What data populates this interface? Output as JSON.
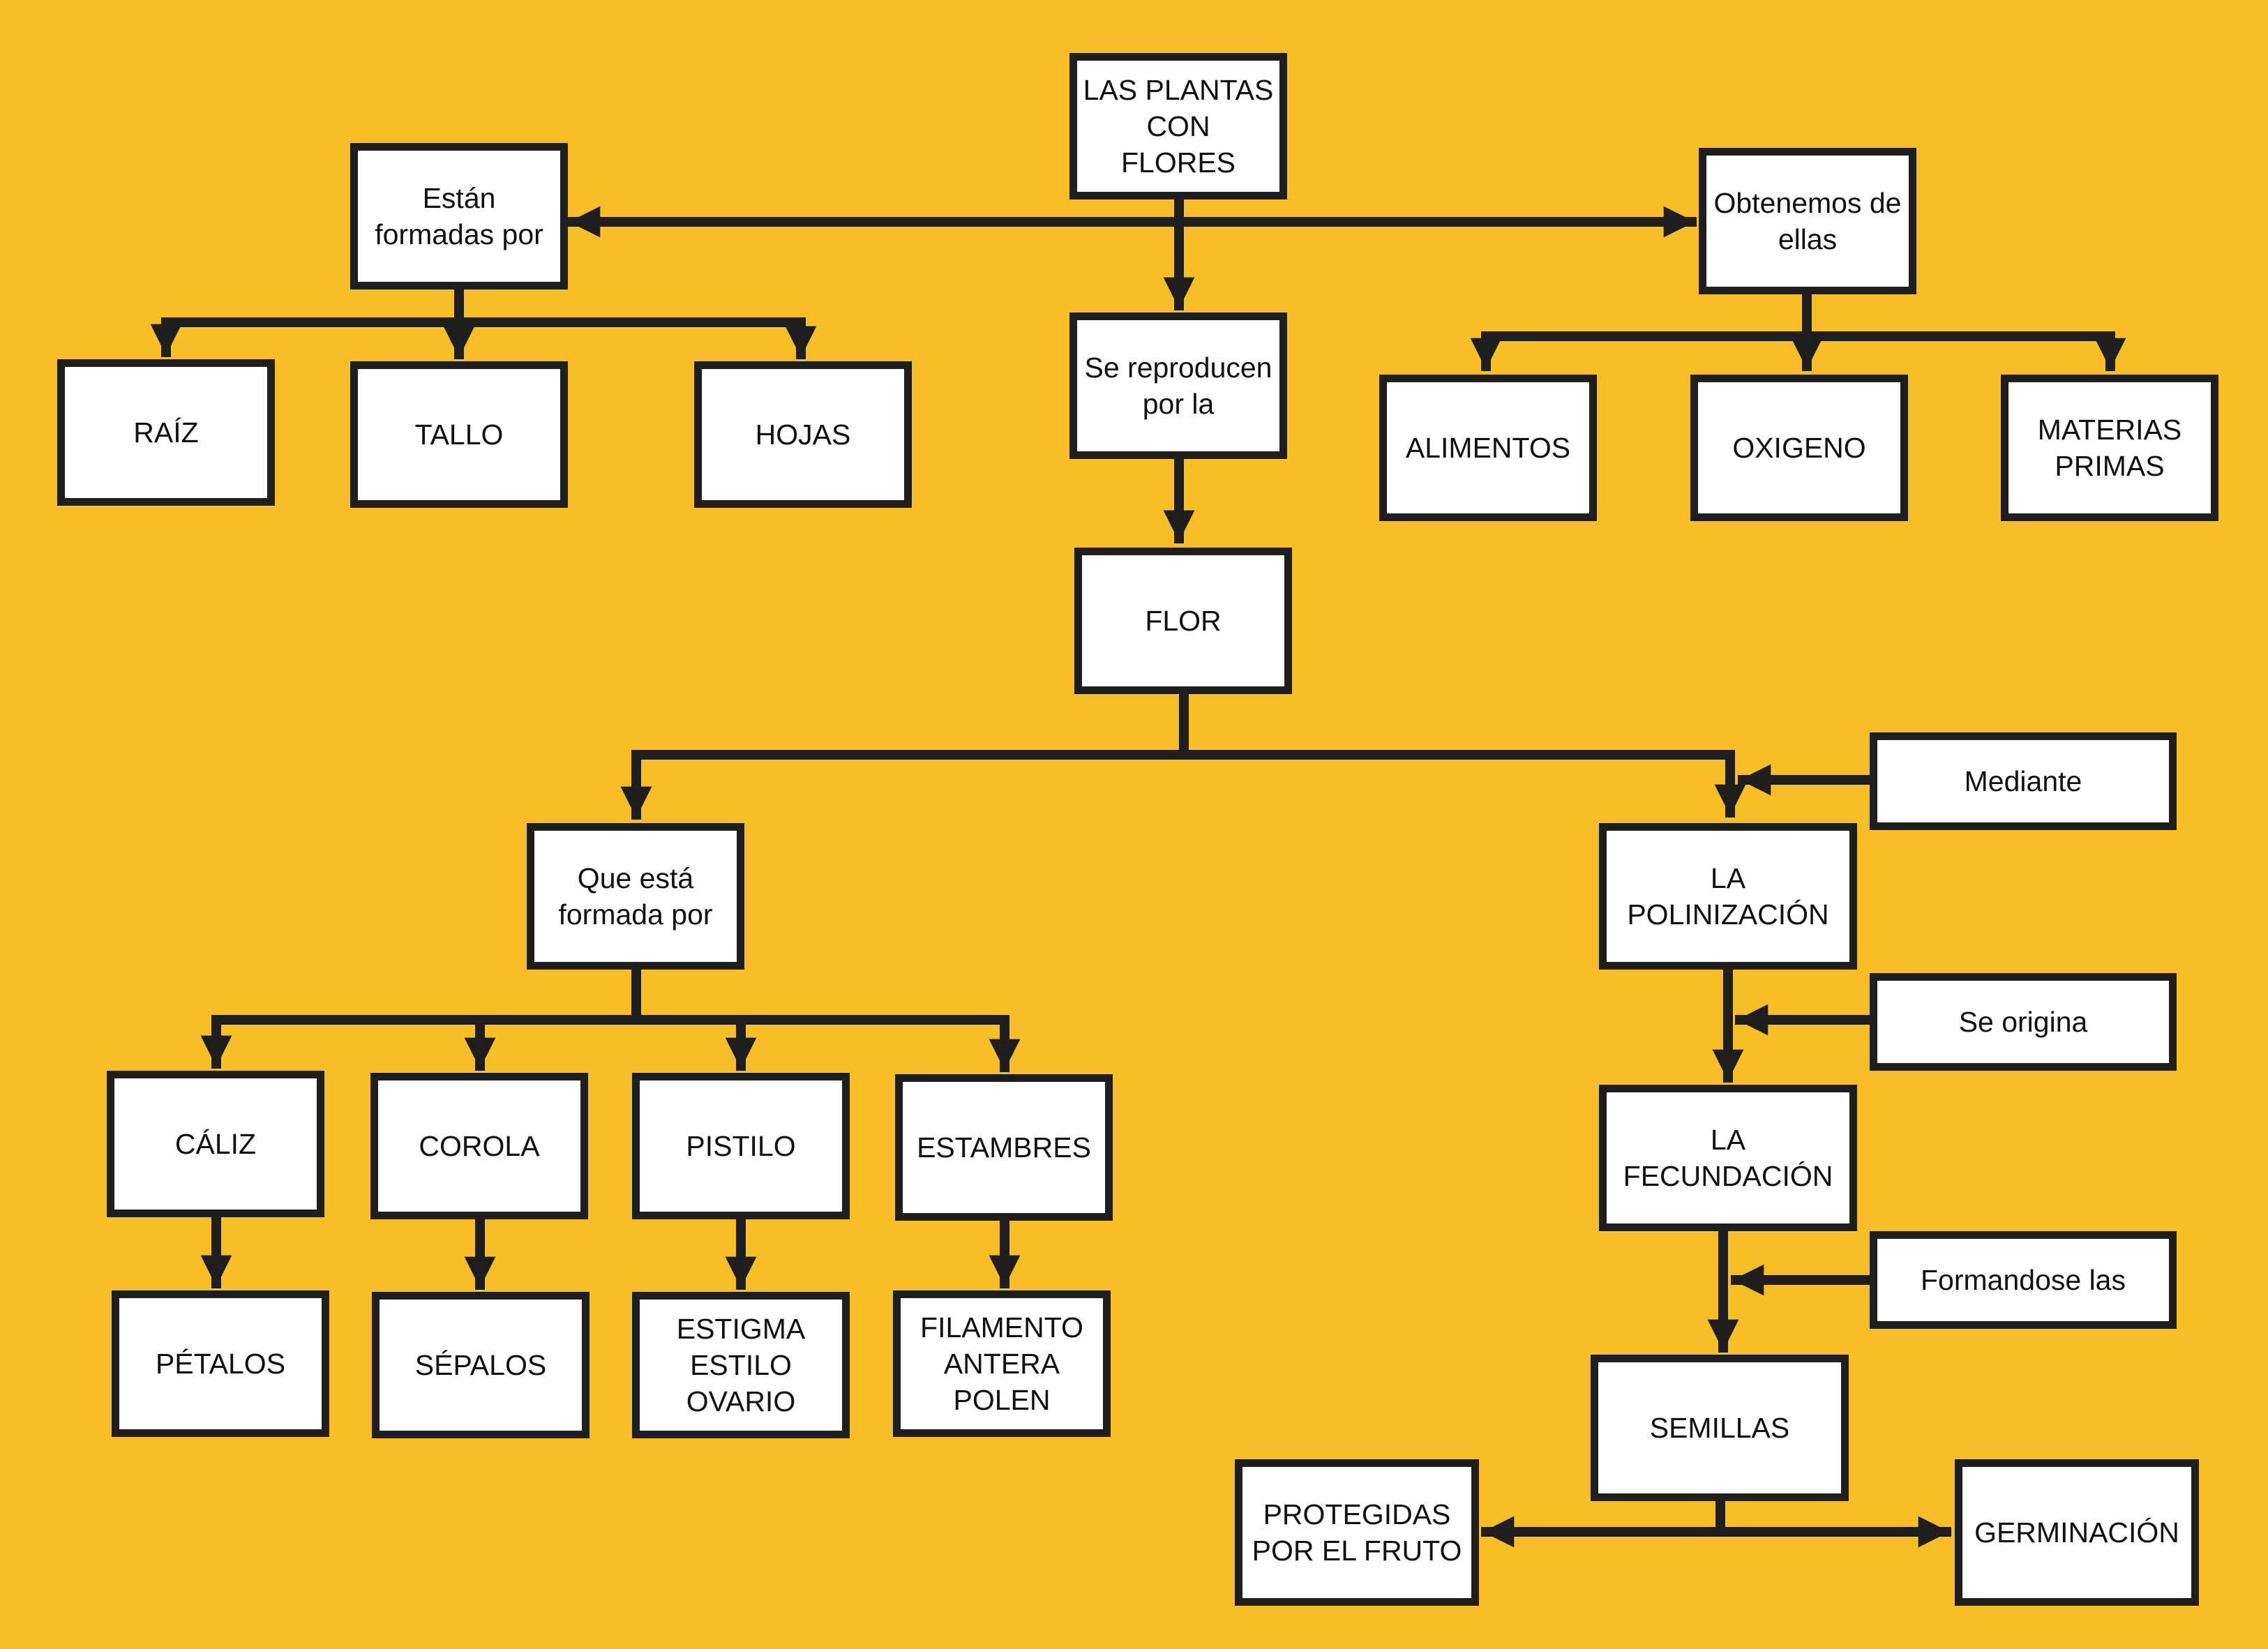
{
  "colors": {
    "background": "#F8BE26",
    "box_fill": "#FFFFFF",
    "box_border": "#1E1E1E",
    "line": "#1E1E1E"
  },
  "nodes": {
    "root": "LAS PLANTAS\nCON\nFLORES",
    "estan": "Están\nformadas por",
    "obtenemos": "Obtenemos de\nellas",
    "reproducen": "Se reproducen\npor la",
    "raiz": "RAÍZ",
    "tallo": "TALLO",
    "hojas": "HOJAS",
    "alimentos": "ALIMENTOS",
    "oxigeno": "OXIGENO",
    "materias": "MATERIAS\nPRIMAS",
    "flor": "FLOR",
    "formada": "Que está\nformada por",
    "mediante": "Mediante",
    "polinizacion": "LA\nPOLINIZACIÓN",
    "seorigina": "Se origina",
    "fecundacion": "LA\nFECUNDACIÓN",
    "formandose": "Formandose las",
    "semillas": "SEMILLAS",
    "protegidas": "PROTEGIDAS\nPOR EL FRUTO",
    "germinacion": "GERMINACIÓN",
    "caliz": "CÁLIZ",
    "corola": "COROLA",
    "pistilo": "PISTILO",
    "estambres": "ESTAMBRES",
    "petalos": "PÉTALOS",
    "sepalos": "SÉPALOS",
    "estigma": "ESTIGMA\nESTILO\nOVARIO",
    "filamento": "FILAMENTO\nANTERA\nPOLEN"
  }
}
